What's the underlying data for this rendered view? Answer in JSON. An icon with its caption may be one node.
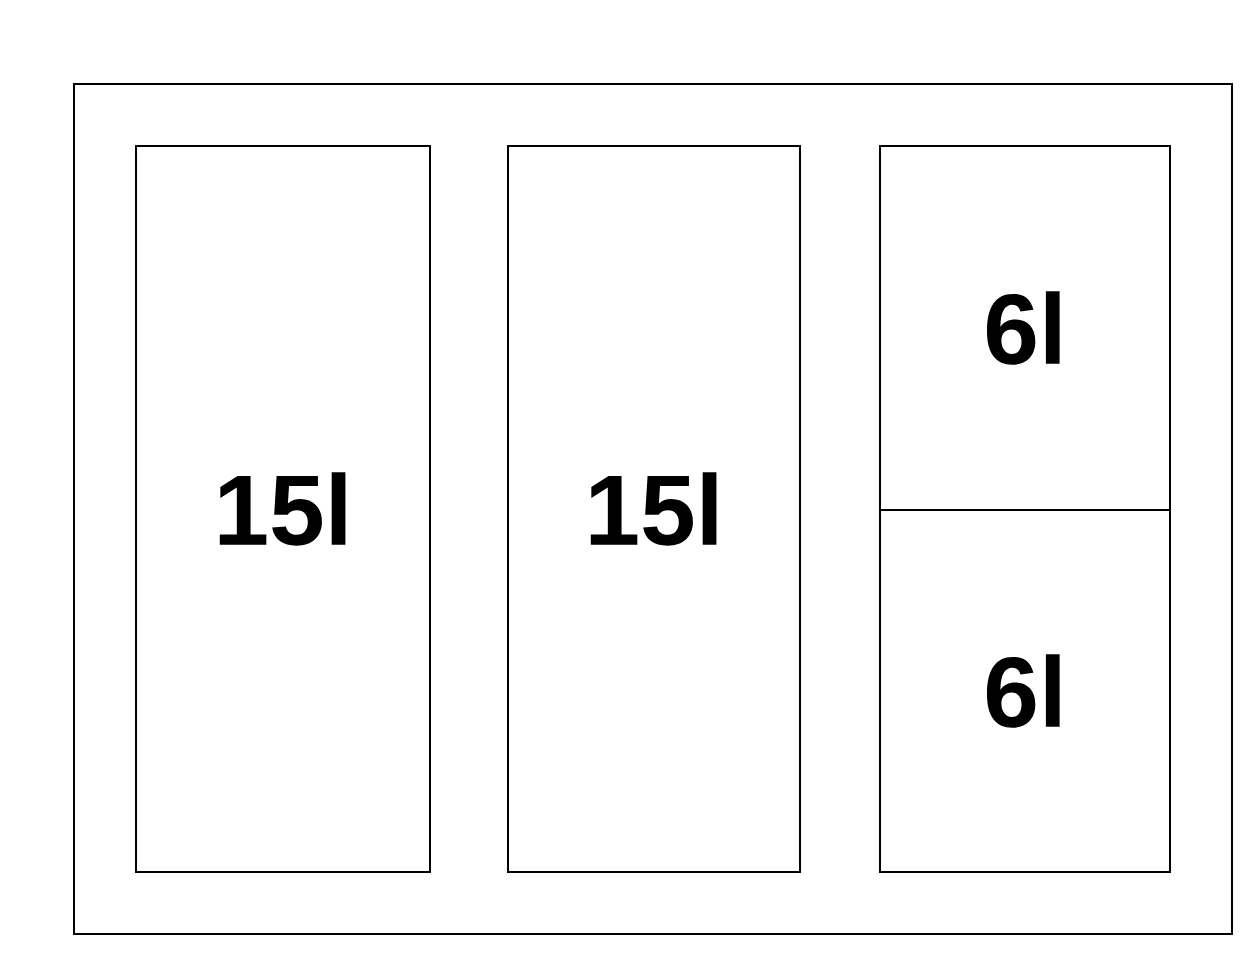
{
  "diagram": {
    "nodes": [
      {
        "text": [],
        "shape": "box"
      },
      {
        "text": [
          "15l"
        ],
        "in": 0
      },
      {
        "text": [
          "15l"
        ],
        "in": 0
      },
      {
        "text": [
          "6l"
        ],
        "in": 0
      },
      {
        "text": [
          "6l"
        ],
        "in": 0
      }
    ]
  }
}
